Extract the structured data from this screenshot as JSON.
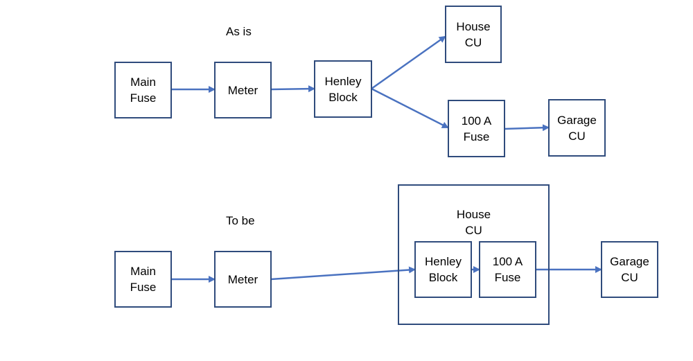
{
  "headings": {
    "as_is": "As is",
    "to_be": "To be"
  },
  "as_is": {
    "main_fuse": "Main\nFuse",
    "meter": "Meter",
    "henley_block": "Henley\nBlock",
    "house_cu": "House\nCU",
    "fuse_100a": "100 A\nFuse",
    "garage_cu": "Garage\nCU"
  },
  "to_be": {
    "main_fuse": "Main\nFuse",
    "meter": "Meter",
    "house_cu_container": "House\nCU",
    "henley_block": "Henley\nBlock",
    "fuse_100a": "100 A\nFuse",
    "garage_cu": "Garage\nCU"
  },
  "colors": {
    "box_border": "#2f4b7c",
    "arrow": "#4a72c0"
  }
}
